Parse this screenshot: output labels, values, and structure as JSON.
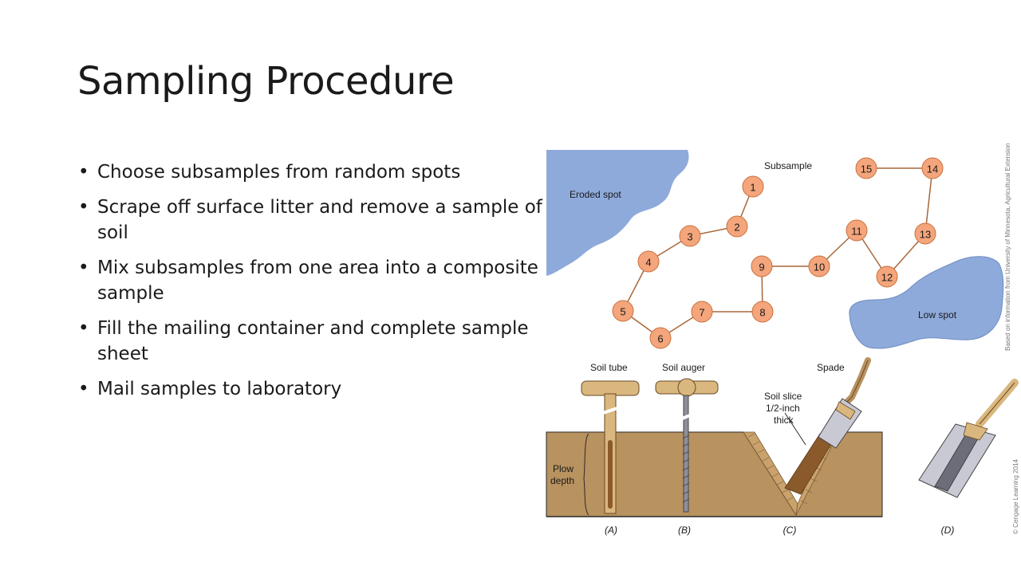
{
  "slide": {
    "title": "Sampling Procedure",
    "bullets": [
      "Choose subsamples from random spots",
      "Scrape off surface litter and remove a sample of soil",
      "Mix subsamples from one area into a composite sample",
      "Fill the mailing container and complete sample sheet",
      "Mail samples to laboratory"
    ]
  },
  "diagram": {
    "labels": {
      "eroded_spot": "Eroded spot",
      "subsample": "Subsample",
      "low_spot": "Low spot",
      "soil_tube": "Soil tube",
      "soil_auger": "Soil auger",
      "spade": "Spade",
      "soil_slice_1": "Soil slice",
      "soil_slice_2": "1/2-inch",
      "soil_slice_3": "thick",
      "plow_1": "Plow",
      "plow_2": "depth"
    },
    "captions": [
      "(A)",
      "(B)",
      "(C)",
      "(D)"
    ],
    "subsample_numbers": [
      "1",
      "2",
      "3",
      "4",
      "5",
      "6",
      "7",
      "8",
      "9",
      "10",
      "11",
      "12",
      "13",
      "14",
      "15"
    ],
    "credits": {
      "source": "Based on information from University of Minnesota, Agricultural Extension Service",
      "copyright": "© Cengage Learning 2014"
    },
    "colors": {
      "water": "#8eaadb",
      "node_fill": "#f4a57c",
      "node_stroke": "#c8703d",
      "path": "#a8673a",
      "soil": "#b8925f",
      "tool": "#d9b77e",
      "spade_blade": "#c9c9d4",
      "slice": "#8a5a2b"
    }
  }
}
